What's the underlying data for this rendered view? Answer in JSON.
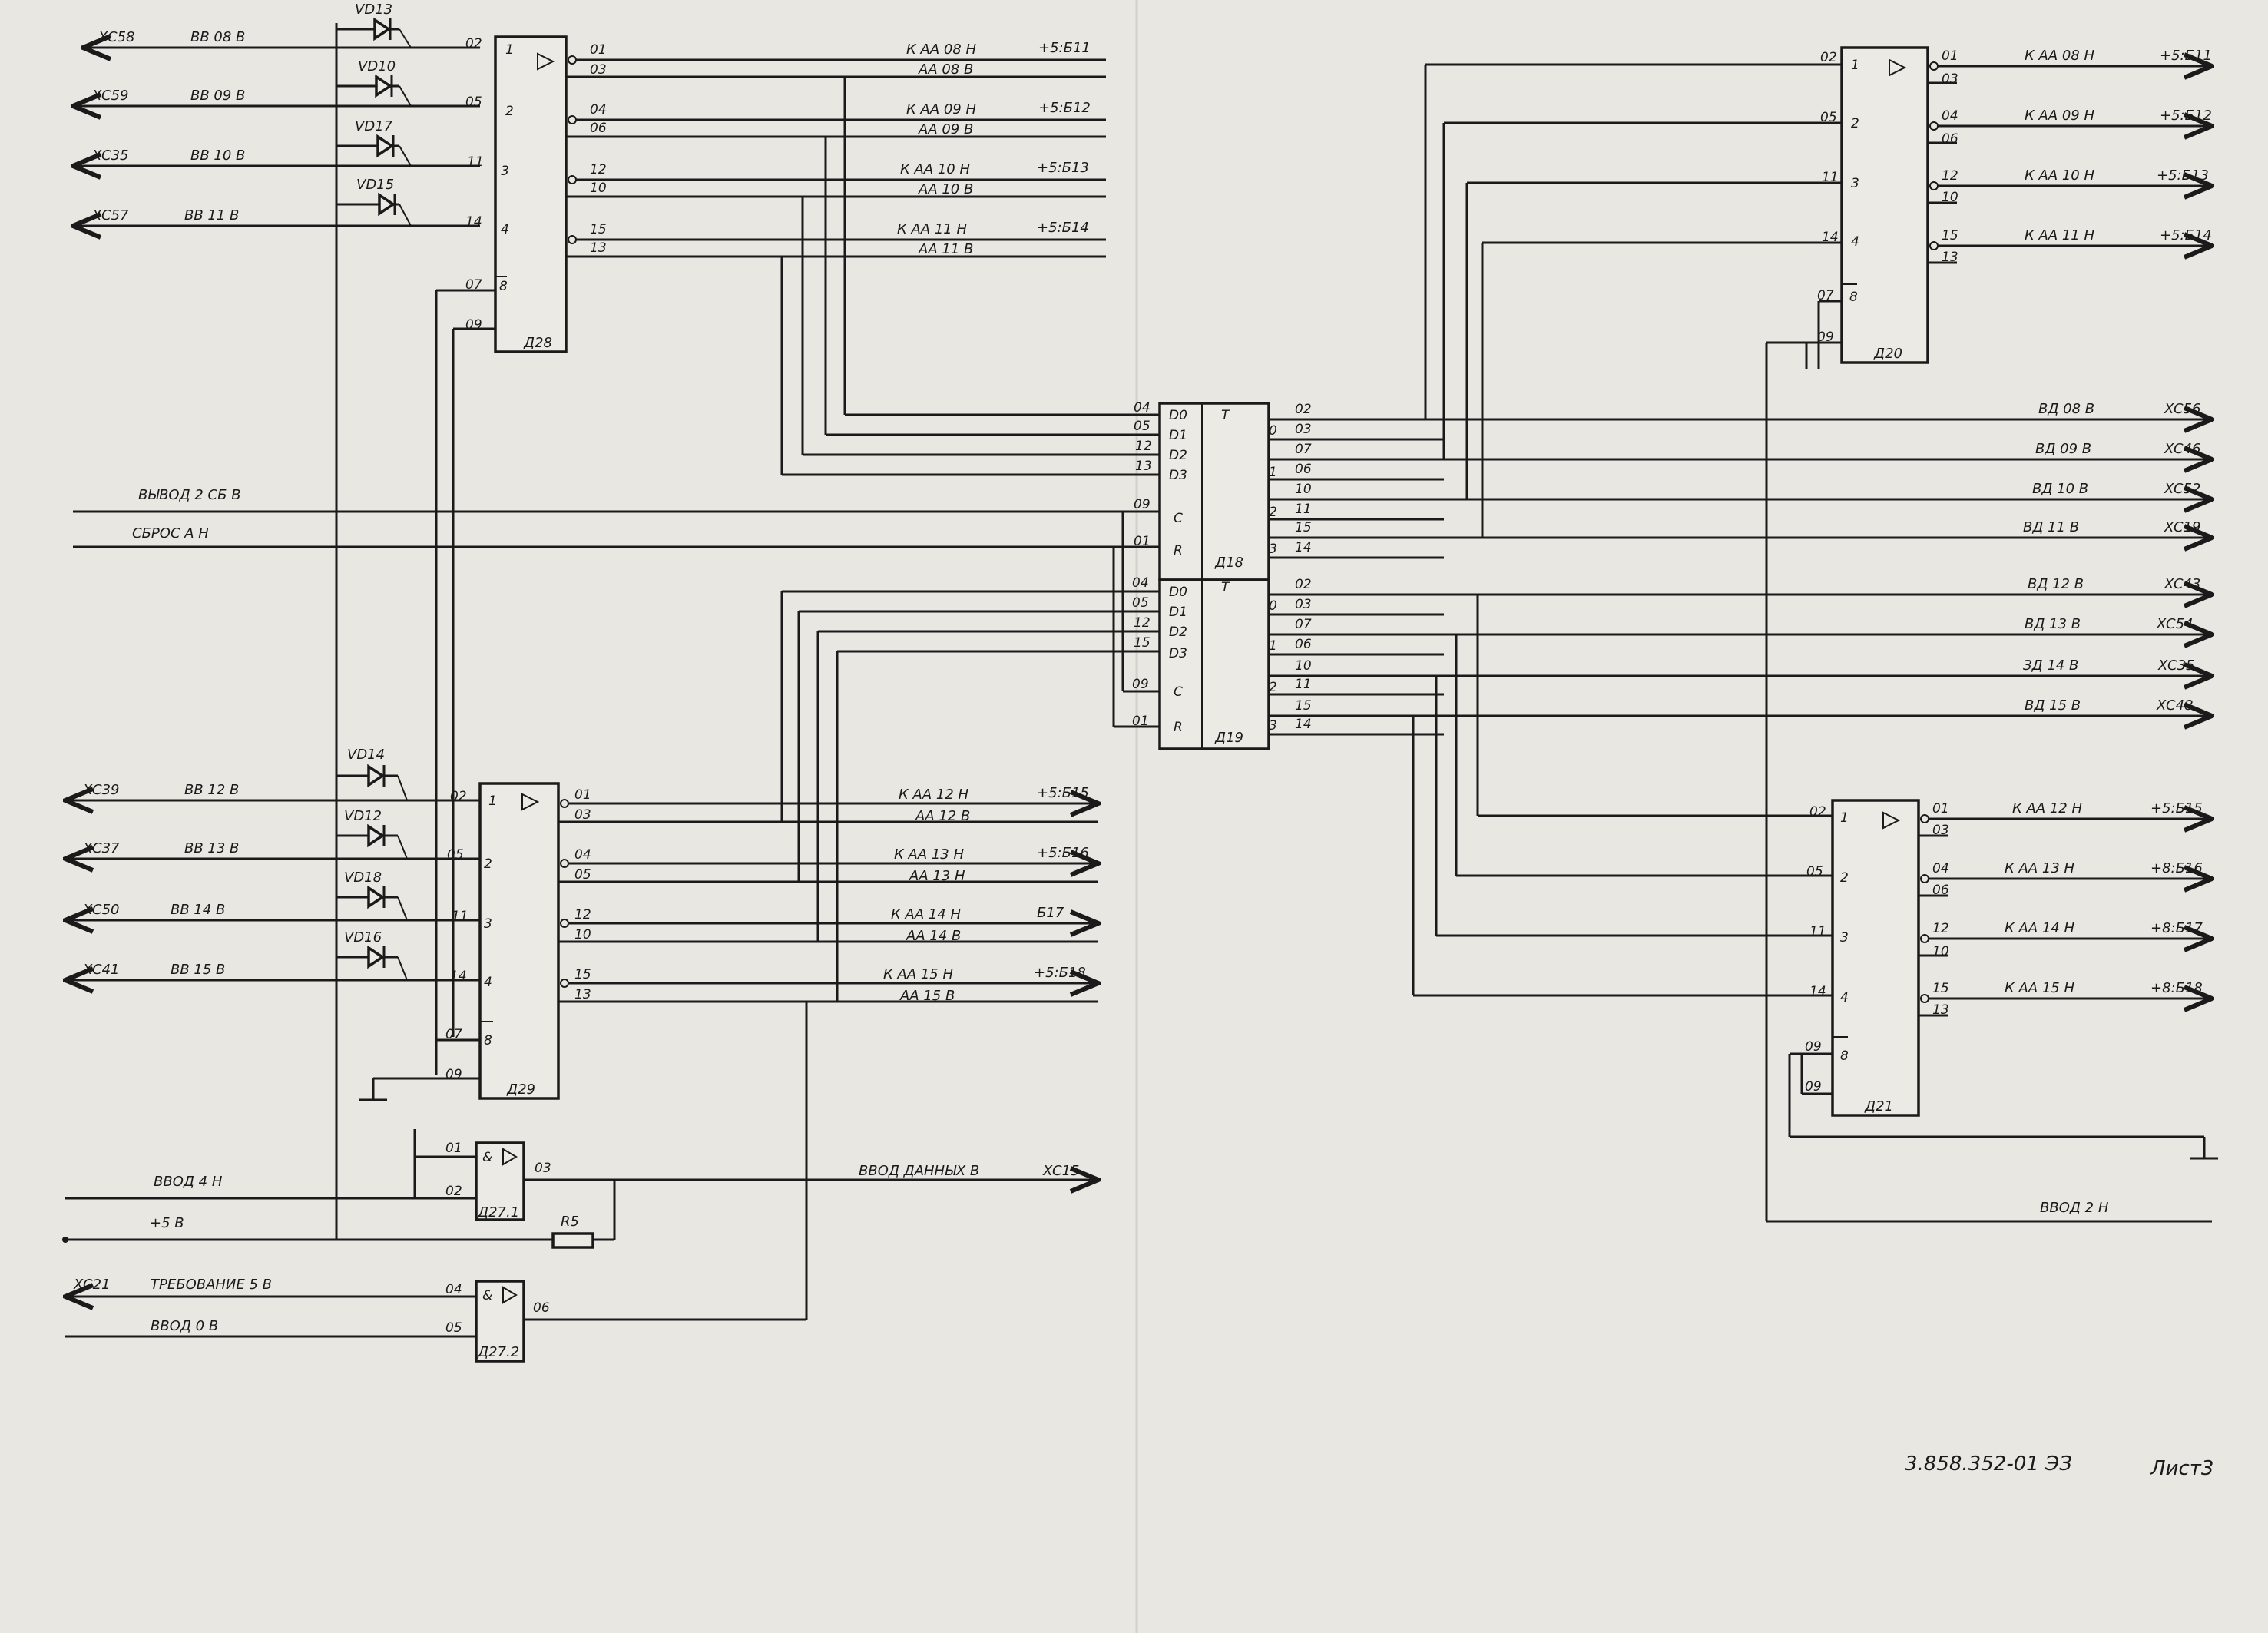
{
  "sheet": {
    "doc_number": "3.858.352-01 ЭЗ",
    "sheet_label": "Лист3"
  },
  "chips": [
    {
      "id": "d28",
      "name": "Д28"
    },
    {
      "id": "d29",
      "name": "Д29"
    },
    {
      "id": "d18",
      "name": "Д18"
    },
    {
      "id": "d19",
      "name": "Д19"
    },
    {
      "id": "d20",
      "name": "Д20"
    },
    {
      "id": "d21",
      "name": "Д21"
    },
    {
      "id": "d271",
      "name": "Д27.1"
    },
    {
      "id": "d272",
      "name": "Д27.2"
    }
  ],
  "diodes": [
    "VD13",
    "VD10",
    "VD17",
    "VD15",
    "VD14",
    "VD12",
    "VD18",
    "VD16"
  ],
  "resistor": "R5",
  "left_inputs_top": [
    {
      "conn": "XC58",
      "signal": "ВВ 08 В"
    },
    {
      "conn": "XC59",
      "signal": "ВВ 09 В"
    },
    {
      "conn": "XC35",
      "signal": "ВВ 10 В"
    },
    {
      "conn": "XC57",
      "signal": "ВВ 11 В"
    }
  ],
  "left_inputs_bottom": [
    {
      "conn": "XC39",
      "signal": "ВВ 12 В"
    },
    {
      "conn": "XC37",
      "signal": "ВВ 13 В"
    },
    {
      "conn": "XC50",
      "signal": "ВВ 14 В"
    },
    {
      "conn": "XC41",
      "signal": "ВВ 15 В"
    }
  ],
  "middle_signals": {
    "vyvoda": "ВЫВОД 2 СБ В",
    "sbros": "СБРОС А Н",
    "vvod4": "ВВОД 4 Н",
    "plus5": "+5 В",
    "trebovanie_conn": "XC21",
    "trebovanie": "ТРЕБОВАНИЕ 5 В",
    "vvod0": "ВВОД 0 В",
    "vvod_data": "ВВОД ДАННЫХ В",
    "vvod_data_conn": "XC15",
    "vvod2": "ВВОД 2 Н"
  },
  "kaa_left": [
    {
      "k": "К АА 08 Н",
      "a": "АА 08 В",
      "to": "+5:Б11"
    },
    {
      "k": "К АА 09 Н",
      "a": "АА 09 В",
      "to": "+5:Б12"
    },
    {
      "k": "К АА 10 Н",
      "a": "АА 10 В",
      "to": "+5:Б13"
    },
    {
      "k": "К АА 11 Н",
      "a": "АА 11 В",
      "to": "+5:Б14"
    },
    {
      "k": "К АА 12 Н",
      "a": "АА 12 В",
      "to": "+5:Б15"
    },
    {
      "k": "К АА 13 Н",
      "a": "АА 13 Н",
      "to": "+5:Б16"
    },
    {
      "k": "К АА 14 Н",
      "a": "АА 14 В",
      "to": "Б17"
    },
    {
      "k": "К АА 15 Н",
      "a": "АА 15 В",
      "to": "+5:Б18"
    }
  ],
  "kaa_right": [
    {
      "k": "К АА 08 Н",
      "to": "+5:Б11"
    },
    {
      "k": "К АА 09 Н",
      "to": "+5:Б12"
    },
    {
      "k": "К АА 10 Н",
      "to": "+5:Б13"
    },
    {
      "k": "К АА 11 Н",
      "to": "+5:Б14"
    },
    {
      "k": "К АА 12 Н",
      "to": "+5:Б15"
    },
    {
      "k": "К АА 13 Н",
      "to": "+8:Б16"
    },
    {
      "k": "К АА 14 Н",
      "to": "+8:Б17"
    },
    {
      "k": "К АА 15 Н",
      "to": "+8:Б18"
    }
  ],
  "vd_outputs": [
    {
      "signal": "ВД 08 В",
      "conn": "XC56"
    },
    {
      "signal": "ВД 09 В",
      "conn": "XC46"
    },
    {
      "signal": "ВД 10 В",
      "conn": "XC52"
    },
    {
      "signal": "ВД 11 В",
      "conn": "XC19"
    },
    {
      "signal": "ВД 12 В",
      "conn": "XC43"
    },
    {
      "signal": "ВД 13 В",
      "conn": "XC54"
    },
    {
      "signal": "ЗД 14 В",
      "conn": "XC35"
    },
    {
      "signal": "ВД 15 В",
      "conn": "XC48"
    }
  ]
}
